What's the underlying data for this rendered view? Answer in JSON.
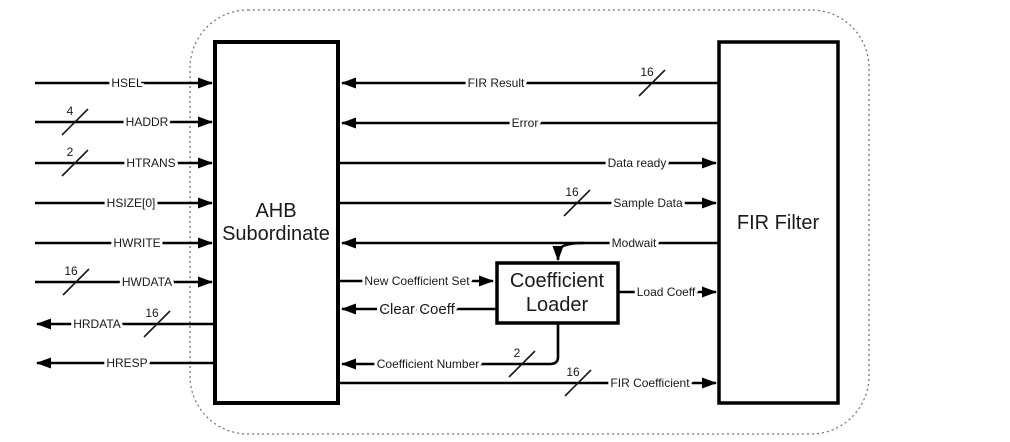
{
  "blocks": {
    "ahb_subordinate": {
      "label_line1": "AHB",
      "label_line2": "Subordinate"
    },
    "fir_filter": {
      "label": "FIR Filter"
    },
    "coefficient_loader": {
      "label_line1": "Coefficient",
      "label_line2": "Loader"
    }
  },
  "ahb_signals": [
    {
      "label": "HSEL",
      "width": "",
      "direction": "input"
    },
    {
      "label": "HADDR",
      "width": "4",
      "direction": "input"
    },
    {
      "label": "HTRANS",
      "width": "2",
      "direction": "input"
    },
    {
      "label": "HSIZE[0]",
      "width": "",
      "direction": "input"
    },
    {
      "label": "HWRITE",
      "width": "",
      "direction": "input"
    },
    {
      "label": "HWDATA",
      "width": "16",
      "direction": "input"
    },
    {
      "label": "HRDATA",
      "width": "16",
      "direction": "output"
    },
    {
      "label": "HRESP",
      "width": "",
      "direction": "output"
    }
  ],
  "internal_signals": [
    {
      "label": "FIR Result",
      "width": "16",
      "from": "fir_filter",
      "to": "ahb_subordinate"
    },
    {
      "label": "Error",
      "width": "",
      "from": "fir_filter",
      "to": "ahb_subordinate"
    },
    {
      "label": "Data ready",
      "width": "",
      "from": "ahb_subordinate",
      "to": "fir_filter"
    },
    {
      "label": "Sample Data",
      "width": "16",
      "from": "ahb_subordinate",
      "to": "fir_filter"
    },
    {
      "label": "Modwait",
      "width": "",
      "from": "fir_filter",
      "to": "ahb_subordinate_and_coefficient_loader"
    },
    {
      "label": "New Coefficient Set",
      "width": "",
      "from": "ahb_subordinate",
      "to": "coefficient_loader"
    },
    {
      "label": "Clear Coeff",
      "width": "",
      "from": "coefficient_loader",
      "to": "ahb_subordinate"
    },
    {
      "label": "Load Coeff",
      "width": "",
      "from": "coefficient_loader",
      "to": "fir_filter"
    },
    {
      "label": "Coefficient Number",
      "width": "2",
      "from": "coefficient_loader",
      "to": "ahb_subordinate"
    },
    {
      "label": "FIR Coefficient",
      "width": "16",
      "from": "ahb_subordinate",
      "to": "fir_filter"
    }
  ],
  "colors": {
    "line": "#000000",
    "boundary": "#777777",
    "background": "#ffffff",
    "text": "#1a1a1a"
  }
}
